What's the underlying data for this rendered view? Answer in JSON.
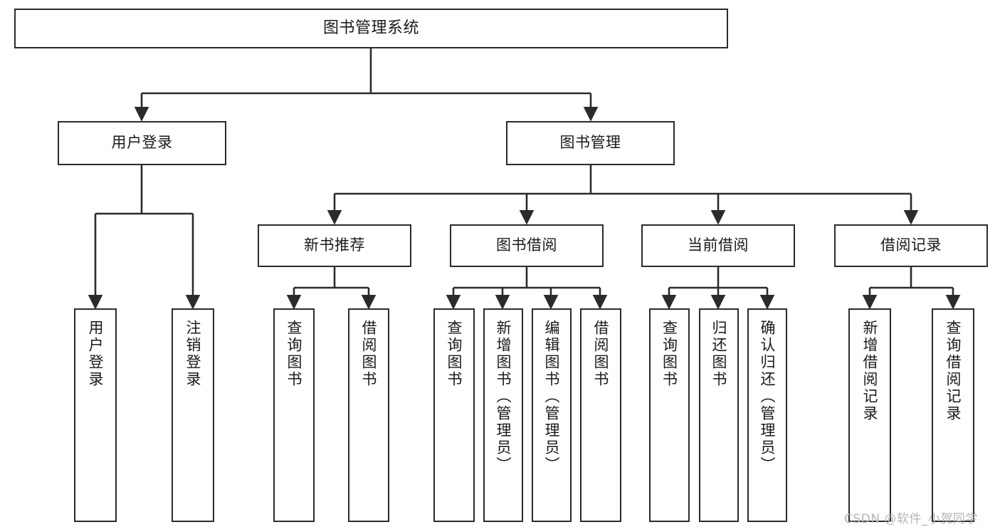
{
  "diagram": {
    "title": "图书管理系统",
    "type": "tree-hierarchy",
    "root": {
      "label": "图书管理系统"
    },
    "level1": [
      {
        "label": "用户登录"
      },
      {
        "label": "图书管理"
      }
    ],
    "level2": [
      {
        "label": "新书推荐"
      },
      {
        "label": "图书借阅"
      },
      {
        "label": "当前借阅"
      },
      {
        "label": "借阅记录"
      }
    ],
    "leaves": [
      {
        "label": "用户登录"
      },
      {
        "label": "注销登录"
      },
      {
        "label": "查询图书"
      },
      {
        "label": "借阅图书"
      },
      {
        "label": "查询图书"
      },
      {
        "label": "新增图书（管理员）"
      },
      {
        "label": "编辑图书（管理员）"
      },
      {
        "label": "借阅图书"
      },
      {
        "label": "查询图书"
      },
      {
        "label": "归还图书"
      },
      {
        "label": "确认归还（管理员）"
      },
      {
        "label": "新增借阅记录"
      },
      {
        "label": "查询借阅记录"
      }
    ]
  },
  "watermark": {
    "text": "CSDN @软件_小贺同学"
  },
  "colors": {
    "stroke": "#2b2b2b",
    "background": "#ffffff",
    "text": "#1a1a1a",
    "watermark": "#b4b4b4"
  }
}
